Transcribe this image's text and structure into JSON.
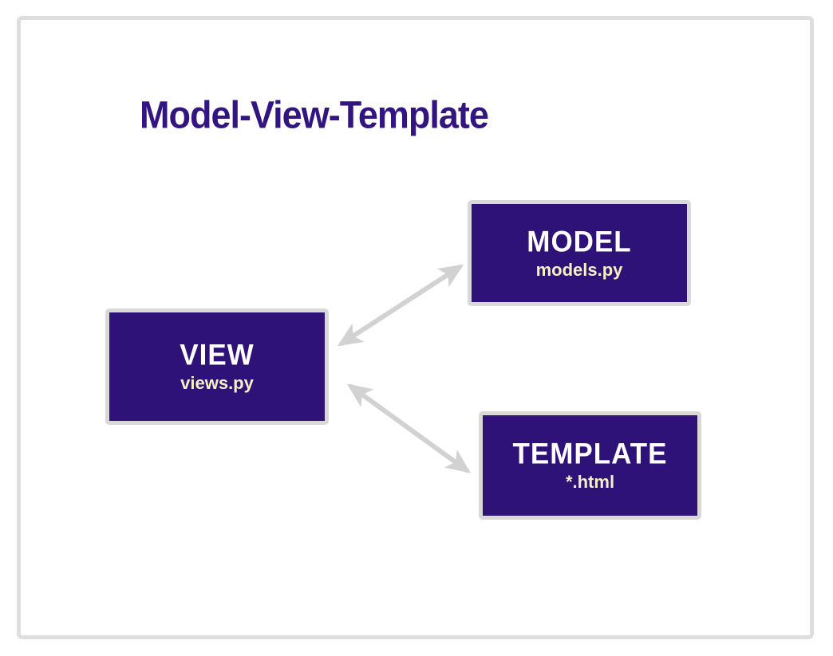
{
  "title": "Model-View-Template",
  "colors": {
    "title_color": "#321580",
    "box_fill": "#2f1278",
    "box_border": "#d9d9d9",
    "box_label_color": "#ffffff",
    "box_sublabel_color": "#f8efc4",
    "arrow_color": "#d2d2d2",
    "page_border_color": "#dedede"
  },
  "nodes": [
    {
      "id": "model",
      "label": "MODEL",
      "sublabel": "models.py"
    },
    {
      "id": "view",
      "label": "VIEW",
      "sublabel": "views.py"
    },
    {
      "id": "template",
      "label": "TEMPLATE",
      "sublabel": "*.html"
    }
  ],
  "edges": [
    {
      "from": "VIEW",
      "to": "MODEL",
      "style": "double-headed-arrow"
    },
    {
      "from": "VIEW",
      "to": "TEMPLATE",
      "style": "double-headed-arrow"
    }
  ]
}
